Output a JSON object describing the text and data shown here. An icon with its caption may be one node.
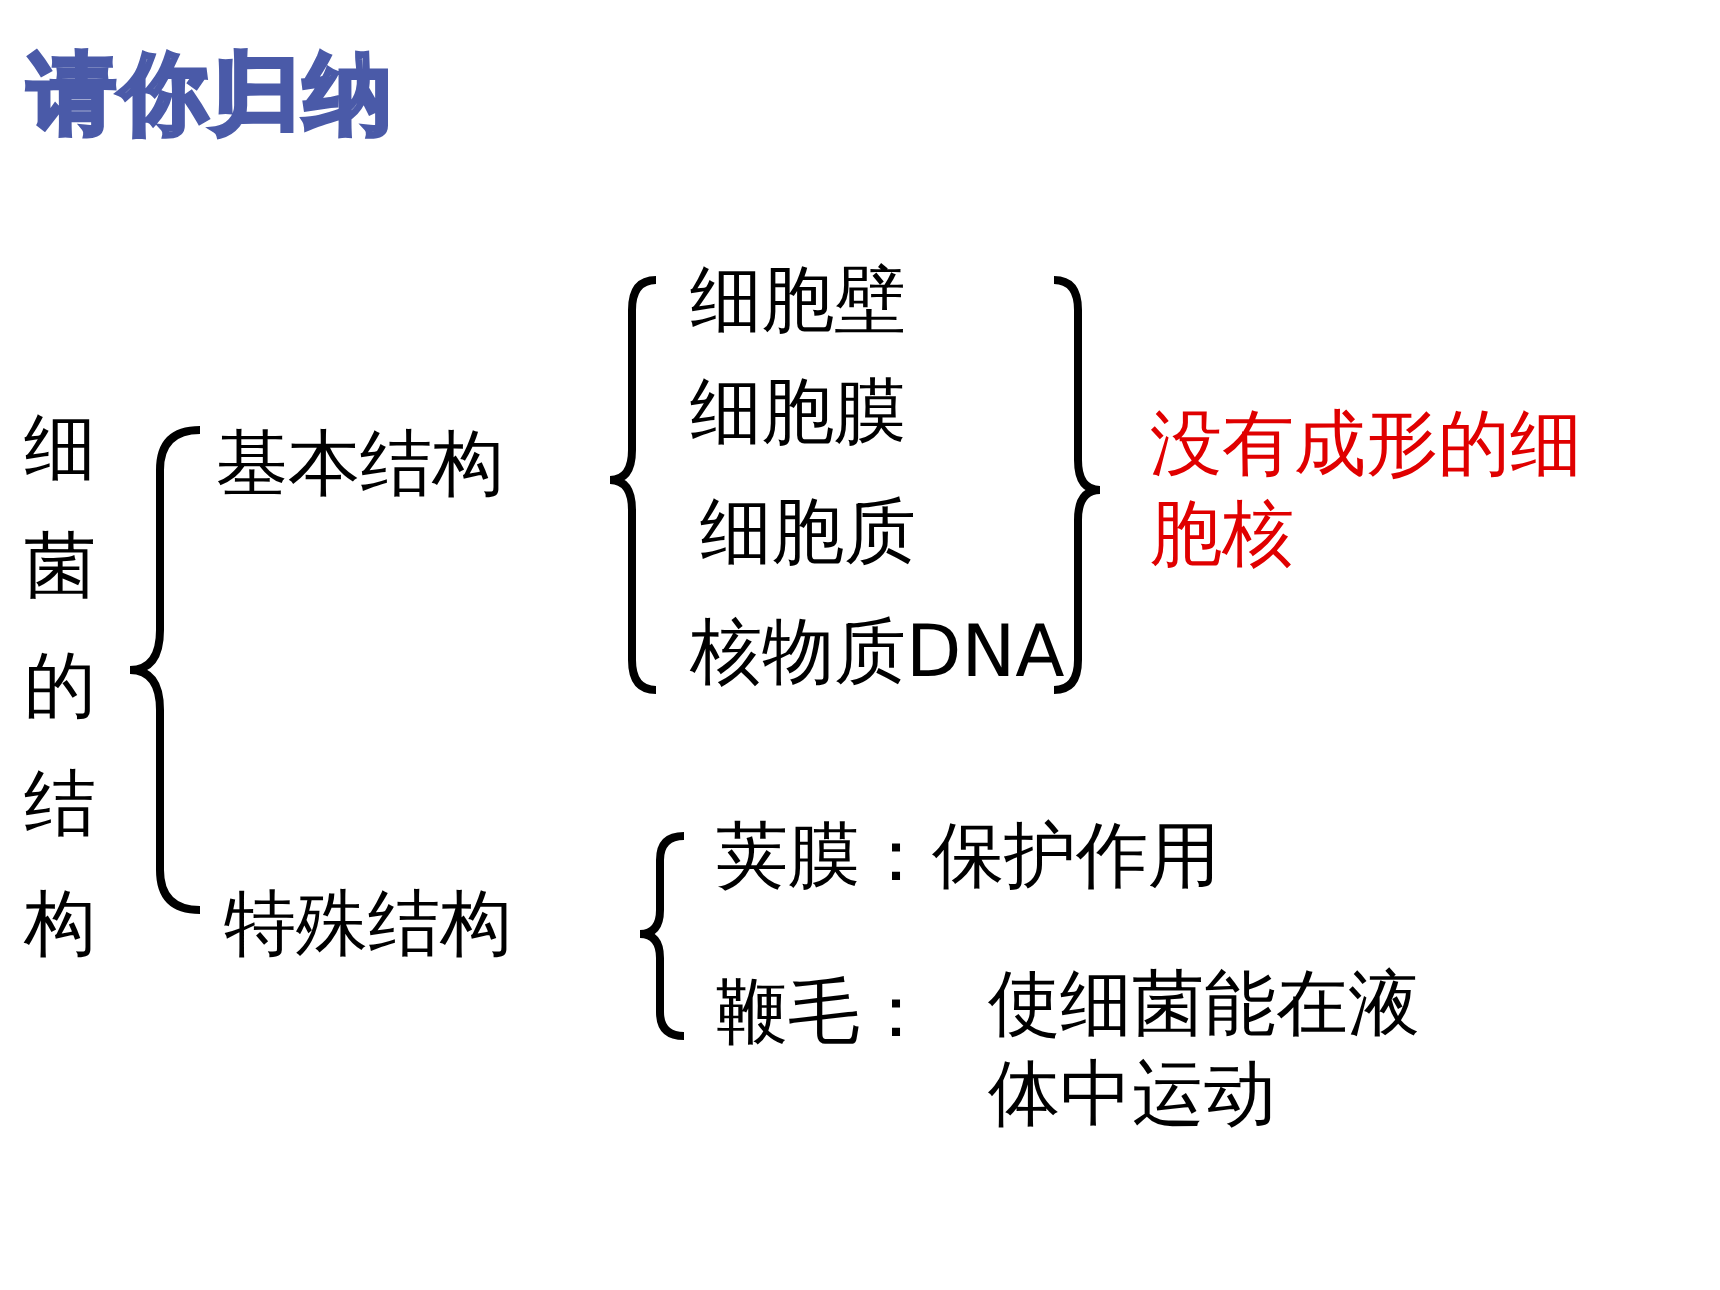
{
  "diagram": {
    "title": "请你归纳",
    "nodes": [
      {
        "text": [
          "细菌的结构"
        ]
      },
      {
        "text": [
          "基本结构"
        ]
      },
      {
        "text": [
          "特殊结构"
        ]
      },
      {
        "text": [
          "细胞壁"
        ]
      },
      {
        "text": [
          "细胞膜"
        ]
      },
      {
        "text": [
          "细胞质"
        ]
      },
      {
        "text": [
          "核物质DNA"
        ]
      },
      {
        "text": [
          "没有成形的细胞核"
        ]
      },
      {
        "text": [
          "荚膜：保护作用"
        ]
      },
      {
        "text": [
          "鞭毛："
        ]
      },
      {
        "text": [
          "使细菌能在液体中运动"
        ]
      }
    ]
  }
}
